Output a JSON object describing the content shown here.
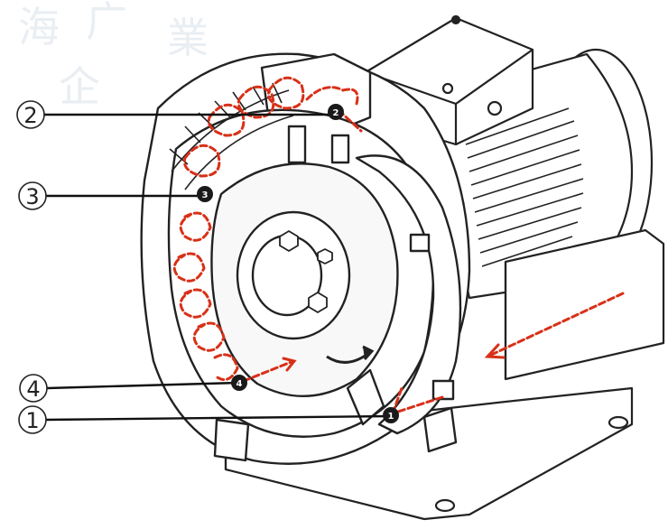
{
  "watermark": {
    "chars": [
      "海",
      "广",
      "企",
      "業"
    ]
  },
  "callouts": [
    {
      "id": "2",
      "label": "2"
    },
    {
      "id": "3",
      "label": "3"
    },
    {
      "id": "4",
      "label": "4"
    },
    {
      "id": "1",
      "label": "1"
    }
  ],
  "points": [
    {
      "id": "2",
      "label": "2"
    },
    {
      "id": "3",
      "label": "3"
    },
    {
      "id": "4",
      "label": "4"
    },
    {
      "id": "1",
      "label": "1"
    }
  ],
  "colors": {
    "line": "#222222",
    "flow": "#d83018",
    "marker": "#1a1a1a",
    "body_fill": "#ffffff",
    "shade": "#dcdcdc",
    "watermark": "#e9eef3"
  },
  "icons": [
    "rotation-arrow-icon",
    "flow-arrow-icon"
  ]
}
